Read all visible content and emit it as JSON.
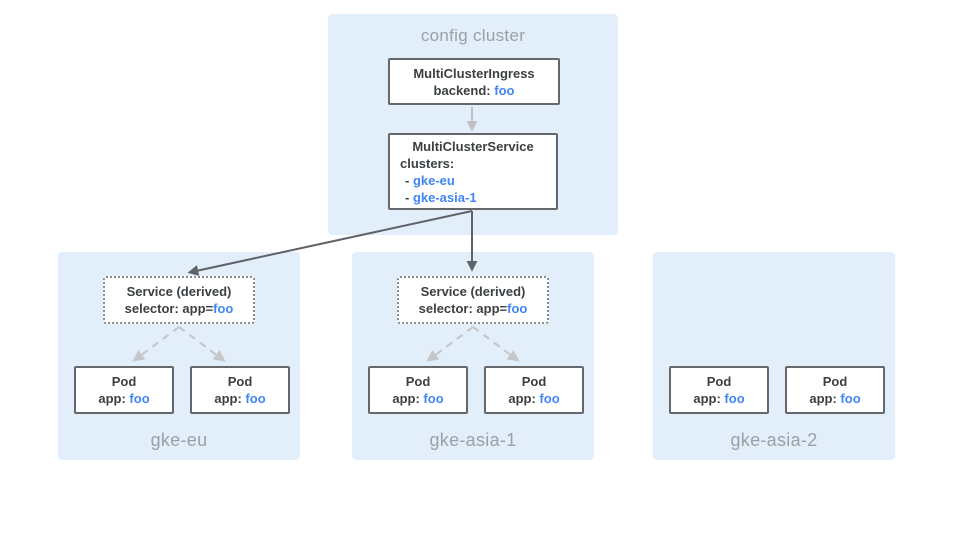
{
  "config_cluster": {
    "label": "config cluster",
    "ingress": {
      "title": "MultiClusterIngress",
      "backend_label": "backend: ",
      "backend_value": "foo"
    },
    "service": {
      "title": "MultiClusterService",
      "clusters_label": "clusters:",
      "items": [
        {
          "prefix": "- ",
          "name": "gke-eu"
        },
        {
          "prefix": "- ",
          "name": "gke-asia-1"
        }
      ]
    }
  },
  "clusters": [
    {
      "name": "gke-eu",
      "service": {
        "title": "Service (derived)",
        "selector_label": "selector: app=",
        "selector_value": "foo"
      },
      "pods": [
        {
          "title": "Pod",
          "app_label": "app: ",
          "app_value": "foo"
        },
        {
          "title": "Pod",
          "app_label": "app: ",
          "app_value": "foo"
        }
      ]
    },
    {
      "name": "gke-asia-1",
      "service": {
        "title": "Service (derived)",
        "selector_label": "selector: app=",
        "selector_value": "foo"
      },
      "pods": [
        {
          "title": "Pod",
          "app_label": "app: ",
          "app_value": "foo"
        },
        {
          "title": "Pod",
          "app_label": "app: ",
          "app_value": "foo"
        }
      ]
    },
    {
      "name": "gke-asia-2",
      "pods": [
        {
          "title": "Pod",
          "app_label": "app: ",
          "app_value": "foo"
        },
        {
          "title": "Pod",
          "app_label": "app: ",
          "app_value": "foo"
        }
      ]
    }
  ],
  "colors": {
    "accent_blue": "#4285F4",
    "cluster_background": "#E3EEFB",
    "node_border": "#64686C",
    "text_dark": "#3C4043",
    "label_gray": "#9AA0A6",
    "arrow_dark": "#5F6368",
    "arrow_light": "#BDC1C6",
    "arrow_dashed": "#C5C8CB"
  }
}
